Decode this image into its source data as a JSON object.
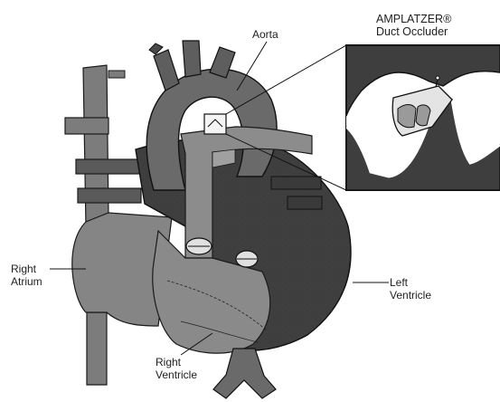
{
  "labels": {
    "aorta": "Aorta",
    "occluder_line1": "AMPLATZER®",
    "occluder_line2": "Duct Occluder",
    "right_atrium_line1": "Right",
    "right_atrium_line2": "Atrium",
    "left_ventricle_line1": "Left",
    "left_ventricle_line2": "Ventricle",
    "right_ventricle_line1": "Right",
    "right_ventricle_line2": "Ventricle"
  },
  "colors": {
    "vessel_gray": "#7c7c7c",
    "dark_chamber": "#3e3e3e",
    "light_gray": "#b0b0b0",
    "outline": "#111111",
    "device_fill": "#e4e4e4"
  }
}
